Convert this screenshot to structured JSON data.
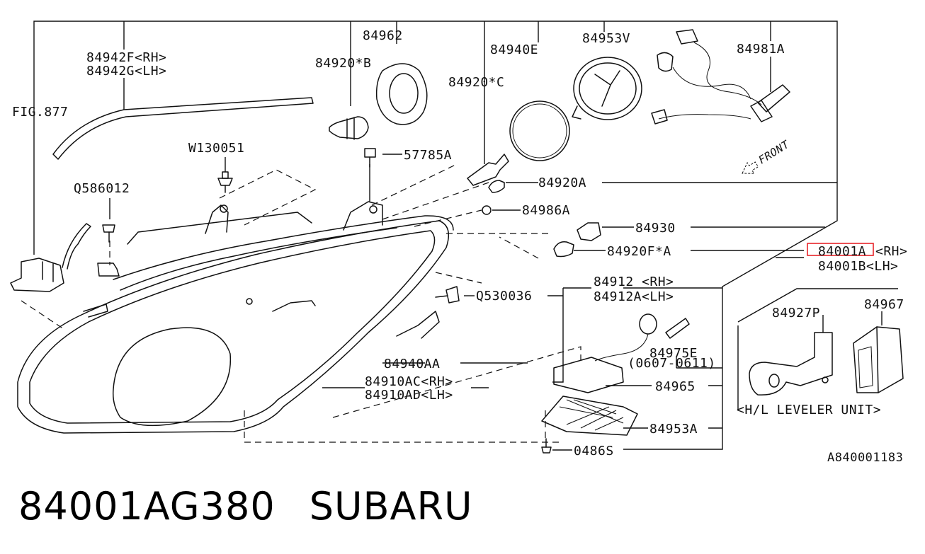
{
  "diagram": {
    "labels": {
      "fig": "FIG.877",
      "p84942f": "84942F<RH>",
      "p84942g": "84942G<LH>",
      "p84962": "84962",
      "p84920b": "84920*B",
      "p84940e": "84940E",
      "p84953v": "84953V",
      "p84981a": "84981A",
      "p84920c": "84920*C",
      "w130051": "W130051",
      "p57785a": "57785A",
      "q586012": "Q586012",
      "p84920a": "84920A",
      "p84986a": "84986A",
      "p84930": "84930",
      "p84920f": "84920F*A",
      "p84001a": "84001A",
      "p84001a_side": "<RH>",
      "p84001b": "84001B<LH>",
      "p84912": "84912 <RH>",
      "p84912a": "84912A<LH>",
      "q530036": "Q530036",
      "p84927p": "84927P",
      "p84967": "84967",
      "p84975e": "84975E",
      "p84975e_note": "(0607-0611)",
      "p84940aa": "84940AA",
      "p84910ac": "84910AC<RH>",
      "p84910ad": "84910AD<LH>",
      "p84965": "84965",
      "p84953a": "84953A",
      "p04865": "0486S",
      "leveler": "<H/L LEVELER UNIT>",
      "front": "FRONT",
      "ref": "A840001183"
    },
    "highlight_color": "#e8252a"
  },
  "title": {
    "part_number": "84001AG380",
    "brand": "SUBARU"
  }
}
